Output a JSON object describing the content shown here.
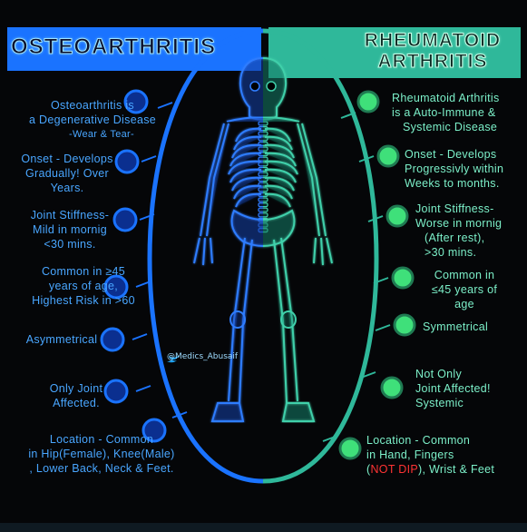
{
  "left": {
    "title": "OSTEOARTHRITIS",
    "accent": "#1a73ff",
    "dot_color": "#1c5be0",
    "items": [
      {
        "lines": [
          "Osteoarthritis is",
          "a Degenerative Disease",
          "-Wear & Tear-"
        ]
      },
      {
        "lines": [
          "Onset - Develops",
          "Gradually! Over",
          "Years."
        ]
      },
      {
        "lines": [
          "Joint Stiffness-",
          "Mild in mornig",
          "<30 mins."
        ]
      },
      {
        "lines": [
          "Common in ≥45",
          "years of age,",
          "Highest Risk in >60"
        ]
      },
      {
        "lines": [
          "Asymmetrical"
        ]
      },
      {
        "lines": [
          "Only Joint",
          "Affected."
        ]
      },
      {
        "lines": [
          "Location - Common",
          "in Hip(Female), Knee(Male)",
          ", Lower Back, Neck & Feet."
        ]
      }
    ]
  },
  "right": {
    "title_line1": "RHEUMATOID",
    "title_line2": "ARTHRITIS",
    "accent": "#2fb89a",
    "dot_color": "#3fe07a",
    "items": [
      {
        "lines": [
          "Rheumatoid Arthritis",
          "is a Auto-Immune &",
          "Systemic Disease"
        ]
      },
      {
        "lines": [
          "Onset - Develops",
          "Progressivly within",
          "Weeks to months."
        ]
      },
      {
        "lines": [
          "Joint Stiffness-",
          "Worse in mornig",
          "(After rest),",
          ">30 mins."
        ]
      },
      {
        "lines": [
          "Common in",
          "≤45 years of",
          "age"
        ]
      },
      {
        "lines": [
          "Symmetrical"
        ]
      },
      {
        "lines": [
          "Not Only",
          "Joint Affected!",
          "Systemic"
        ]
      },
      {
        "lines": [
          "Location - Common",
          "in Hand, Fingers"
        ]
      }
    ],
    "last_line": {
      "open": "(",
      "note": "NOT DIP",
      "rest": "), Wrist & Feet"
    }
  },
  "watermark": "@Medics_Abusaif"
}
